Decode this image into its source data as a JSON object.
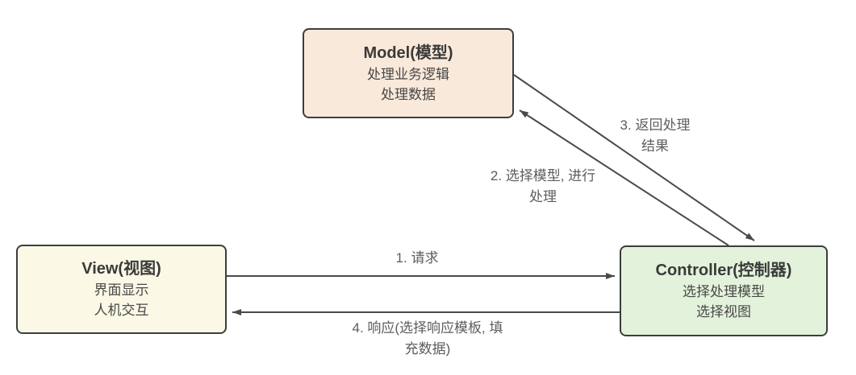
{
  "nodes": {
    "model": {
      "title": "Model(模型)",
      "lines": [
        "处理业务逻辑",
        "处理数据"
      ],
      "fill": "#f9e9da"
    },
    "view": {
      "title": "View(视图)",
      "lines": [
        "界面显示",
        "人机交互"
      ],
      "fill": "#fbf9e6"
    },
    "controller": {
      "title": "Controller(控制器)",
      "lines": [
        "选择处理模型",
        "选择视图"
      ],
      "fill": "#e3f2da"
    }
  },
  "arrows": {
    "request": {
      "from": "View",
      "to": "Controller",
      "label": "1. 请求",
      "label_lines": [
        "1. 请求"
      ]
    },
    "select_model": {
      "from": "Controller",
      "to": "Model",
      "label": "2. 选择模型, 进行处理",
      "label_lines": [
        "2. 选择模型, 进行",
        "处理"
      ]
    },
    "return_result": {
      "from": "Model",
      "to": "Controller",
      "label": "3. 返回处理结果",
      "label_lines": [
        "3. 返回处理",
        "结果"
      ]
    },
    "response": {
      "from": "Controller",
      "to": "View",
      "label": "4. 响应(选择响应模板, 填充数据)",
      "label_lines": [
        "4. 响应(选择响应模板, 填",
        "充数据)"
      ]
    }
  },
  "colors": {
    "background": "#ffffff",
    "node_border": "#3d3d3d",
    "node_title_text": "#3a3a3a",
    "node_body_text": "#484848",
    "arrow_stroke": "#4a4a4a",
    "edge_label_text": "#5d5d5d",
    "model_fill": "#f9e9da",
    "view_fill": "#fbf9e6",
    "controller_fill": "#e3f2da"
  }
}
